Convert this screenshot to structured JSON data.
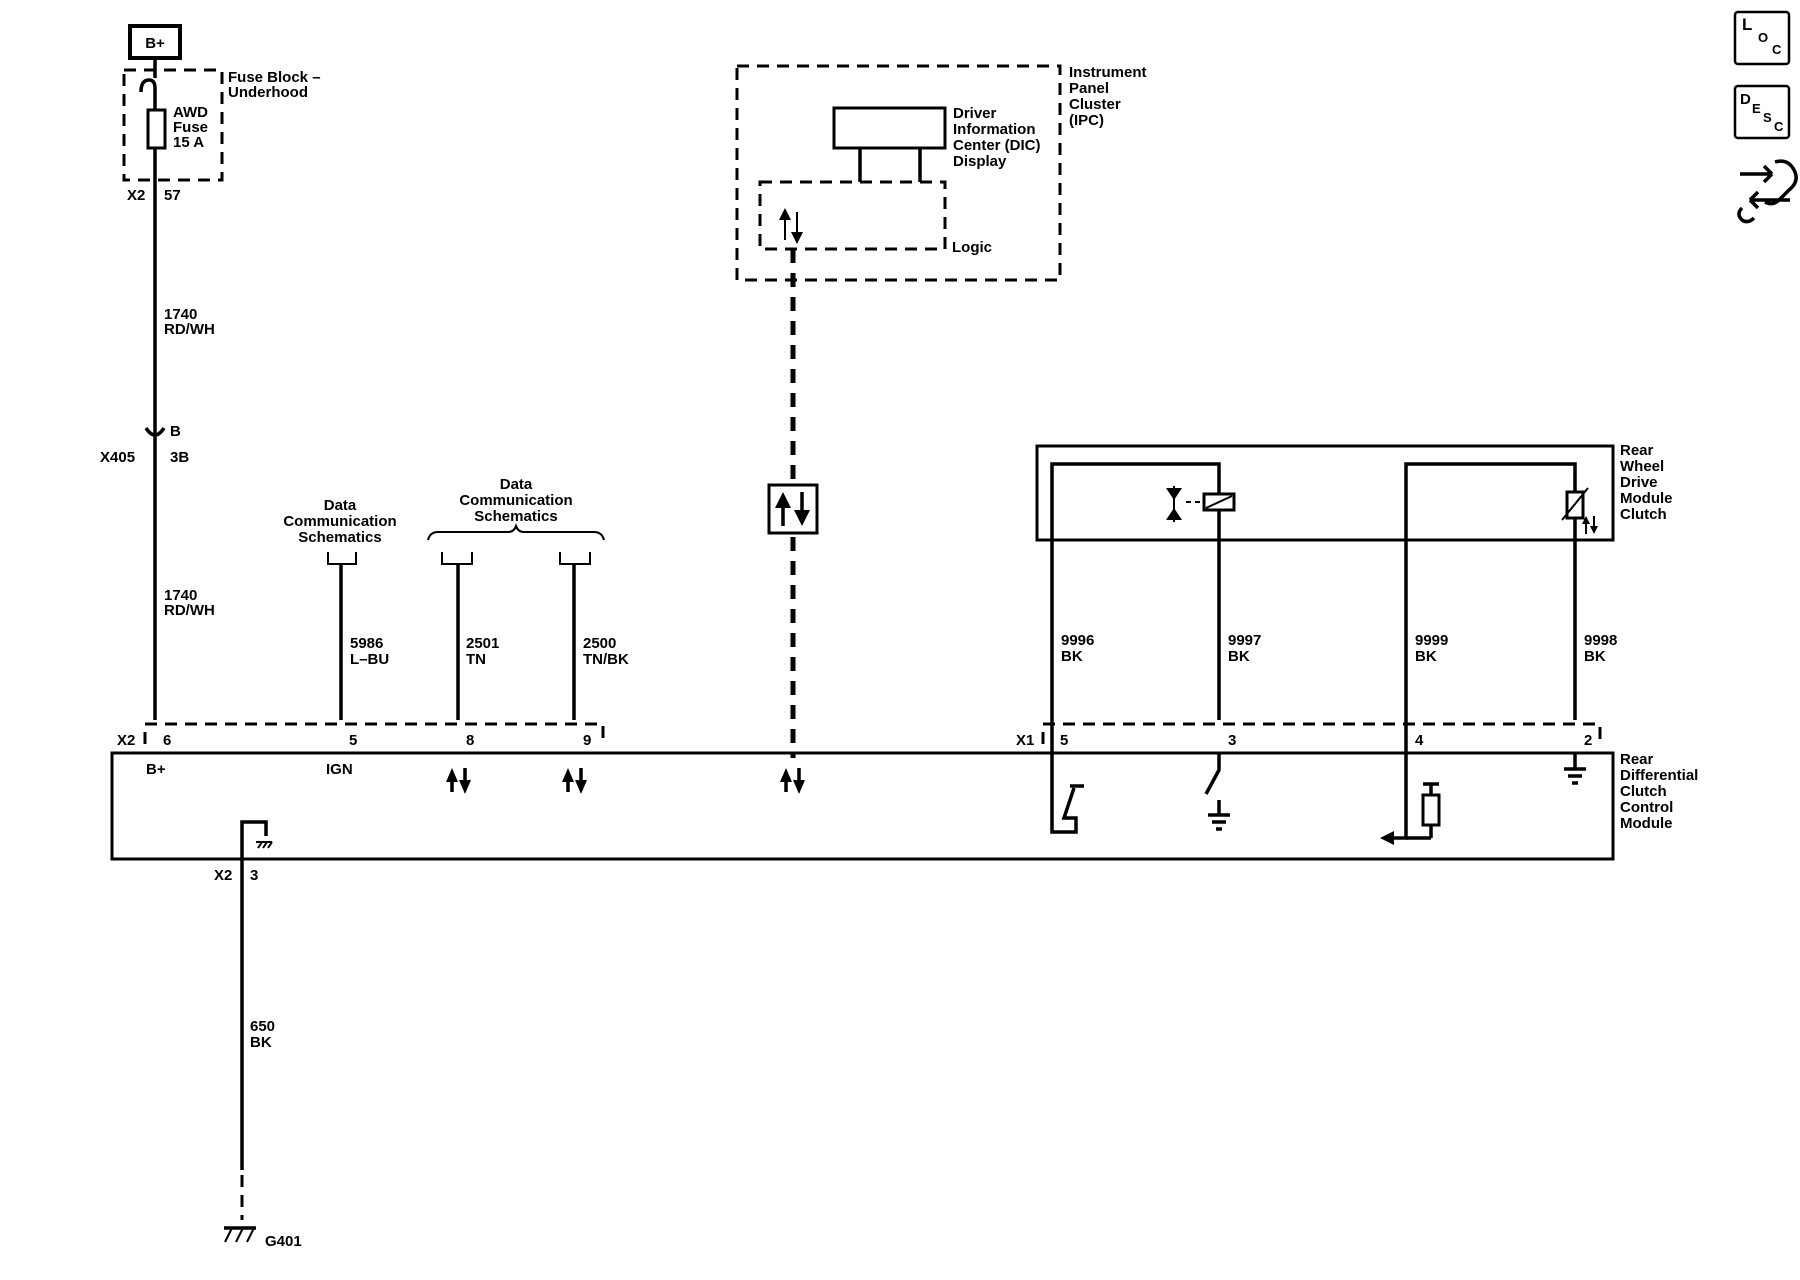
{
  "power": {
    "b_plus": "B+"
  },
  "fuse_block": {
    "name_l1": "Fuse Block –",
    "name_l2": "Underhood",
    "fuse_l1": "AWD",
    "fuse_l2": "Fuse",
    "fuse_l3": "15 A",
    "conn": "X2",
    "pin": "57"
  },
  "wire_1740_upper": {
    "circuit": "1740",
    "color": "RD/WH"
  },
  "inline_conn": {
    "name": "X405",
    "pin_top": "B",
    "pin_bottom": "3B"
  },
  "wire_1740_lower": {
    "circuit": "1740",
    "color": "RD/WH"
  },
  "ipc": {
    "name_l1": "Instrument",
    "name_l2": "Panel",
    "name_l3": "Cluster",
    "name_l4": "(IPC)",
    "dic_l1": "Driver",
    "dic_l2": "Information",
    "dic_l3": "Center (DIC)",
    "dic_l4": "Display",
    "logic": "Logic"
  },
  "data_comm_single": {
    "l1": "Data",
    "l2": "Communication",
    "l3": "Schematics"
  },
  "data_comm_pair": {
    "l1": "Data",
    "l2": "Communication",
    "l3": "Schematics"
  },
  "wire_5986": {
    "circuit": "5986",
    "color": "L–BU"
  },
  "wire_2501": {
    "circuit": "2501",
    "color": "TN"
  },
  "wire_2500": {
    "circuit": "2500",
    "color": "TN/BK"
  },
  "x2_pins": {
    "conn": "X2",
    "p6": "6",
    "p5": "5",
    "p8": "8",
    "p9": "9"
  },
  "module": {
    "name_l1": "Rear",
    "name_l2": "Differential",
    "name_l3": "Clutch",
    "name_l4": "Control",
    "name_l5": "Module",
    "b_plus": "B+",
    "ign": "IGN"
  },
  "clutch": {
    "name_l1": "Rear",
    "name_l2": "Wheel",
    "name_l3": "Drive",
    "name_l4": "Module",
    "name_l5": "Clutch"
  },
  "wire_9996": {
    "circuit": "9996",
    "color": "BK"
  },
  "wire_9997": {
    "circuit": "9997",
    "color": "BK"
  },
  "wire_9999": {
    "circuit": "9999",
    "color": "BK"
  },
  "wire_9998": {
    "circuit": "9998",
    "color": "BK"
  },
  "x1_pins": {
    "conn": "X1",
    "p5": "5",
    "p3": "3",
    "p4": "4",
    "p2": "2"
  },
  "ground_conn": {
    "conn": "X2",
    "pin": "3"
  },
  "wire_650": {
    "circuit": "650",
    "color": "BK"
  },
  "ground": {
    "name": "G401"
  },
  "side_icons": {
    "loc": {
      "big": "L",
      "small1": "O",
      "small2": "C"
    },
    "desc": {
      "big": "D",
      "small1": "E",
      "small2": "S",
      "small3": "C"
    }
  }
}
